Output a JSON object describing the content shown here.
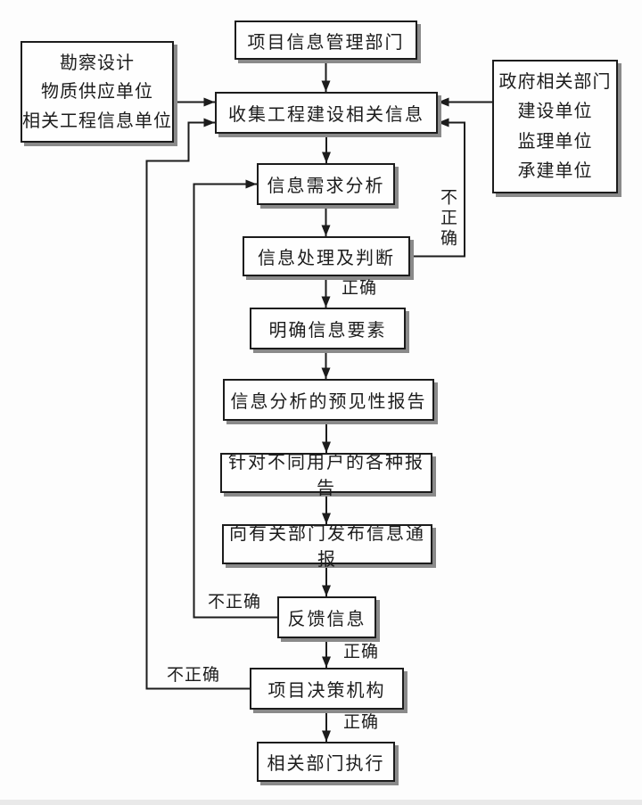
{
  "palette": {
    "bg": "#fdfdfd",
    "line": "#1c1c1c",
    "boxbg": "#fefefe",
    "shadow": "#8a8a8a"
  },
  "nodes": {
    "top": {
      "label": "项目信息管理部门"
    },
    "collect": {
      "label": "收集工程建设相关信息"
    },
    "demand": {
      "label": "信息需求分析"
    },
    "process": {
      "label": "信息处理及判断"
    },
    "clarify": {
      "label": "明确信息要素"
    },
    "predict": {
      "label": "信息分析的预见性报告"
    },
    "reports": {
      "label": "针对不同用户的各种报告"
    },
    "notify": {
      "label": "向有关部门发布信息通报"
    },
    "feedback": {
      "label": "反馈信息"
    },
    "decision": {
      "label": "项目决策机构"
    },
    "execute": {
      "label": "相关部门执行"
    }
  },
  "left_box": {
    "lines": [
      "勘察设计",
      "物质供应单位",
      "相关工程信息单位"
    ]
  },
  "right_box": {
    "lines": [
      "政府相关部门",
      "建设单位",
      "监理单位",
      "承建单位"
    ]
  },
  "edge_labels": {
    "correct_process": "正确",
    "correct_feedback": "正确",
    "correct_decision": "正确",
    "incorrect_process": "不正确",
    "incorrect_feedback": "不正确",
    "incorrect_decision": "不正确"
  }
}
